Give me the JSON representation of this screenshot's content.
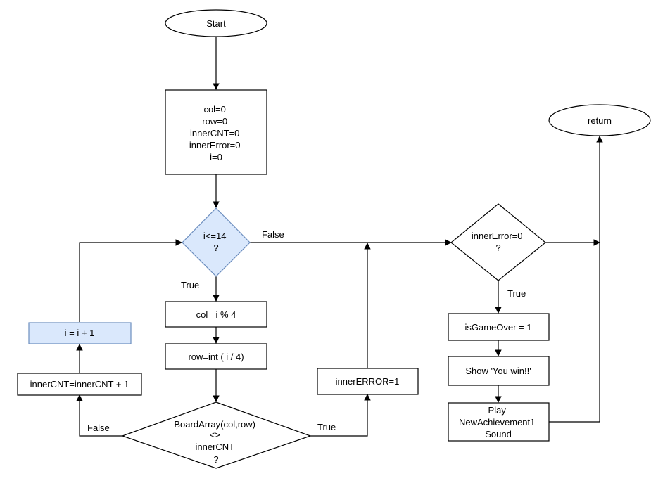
{
  "nodes": {
    "start": {
      "lines": [
        "Start"
      ]
    },
    "init": {
      "lines": [
        "col=0",
        "row=0",
        "innerCNT=0",
        "innerError=0",
        "i=0"
      ]
    },
    "cond_i": {
      "lines": [
        "i<=14",
        "?"
      ]
    },
    "col_calc": {
      "lines": [
        "col= i % 4"
      ]
    },
    "row_calc": {
      "lines": [
        "row=int ( i / 4)"
      ]
    },
    "board_check": {
      "lines": [
        "BoardArray(col,row)",
        "<>",
        "innerCNT",
        "?"
      ]
    },
    "cnt_inc": {
      "lines": [
        "innerCNT=innerCNT + 1"
      ]
    },
    "i_inc": {
      "lines": [
        "i = i + 1"
      ]
    },
    "set_error": {
      "lines": [
        "innerERROR=1"
      ]
    },
    "error_check": {
      "lines": [
        "innerError=0",
        "?"
      ]
    },
    "game_over": {
      "lines": [
        "isGameOver = 1"
      ]
    },
    "show_win": {
      "lines": [
        "Show 'You win!!'"
      ]
    },
    "play_sound": {
      "lines": [
        "Play",
        "NewAchievement1",
        "Sound"
      ]
    },
    "return": {
      "lines": [
        "return"
      ]
    }
  },
  "edge_labels": {
    "cond_false": "False",
    "cond_true": "True",
    "board_false": "False",
    "board_true": "True",
    "error_true": "True"
  },
  "colors": {
    "line": "#000000",
    "fill": "#ffffff",
    "highlight_fill": "#dae8fc",
    "highlight_stroke": "#6c8ebf"
  }
}
